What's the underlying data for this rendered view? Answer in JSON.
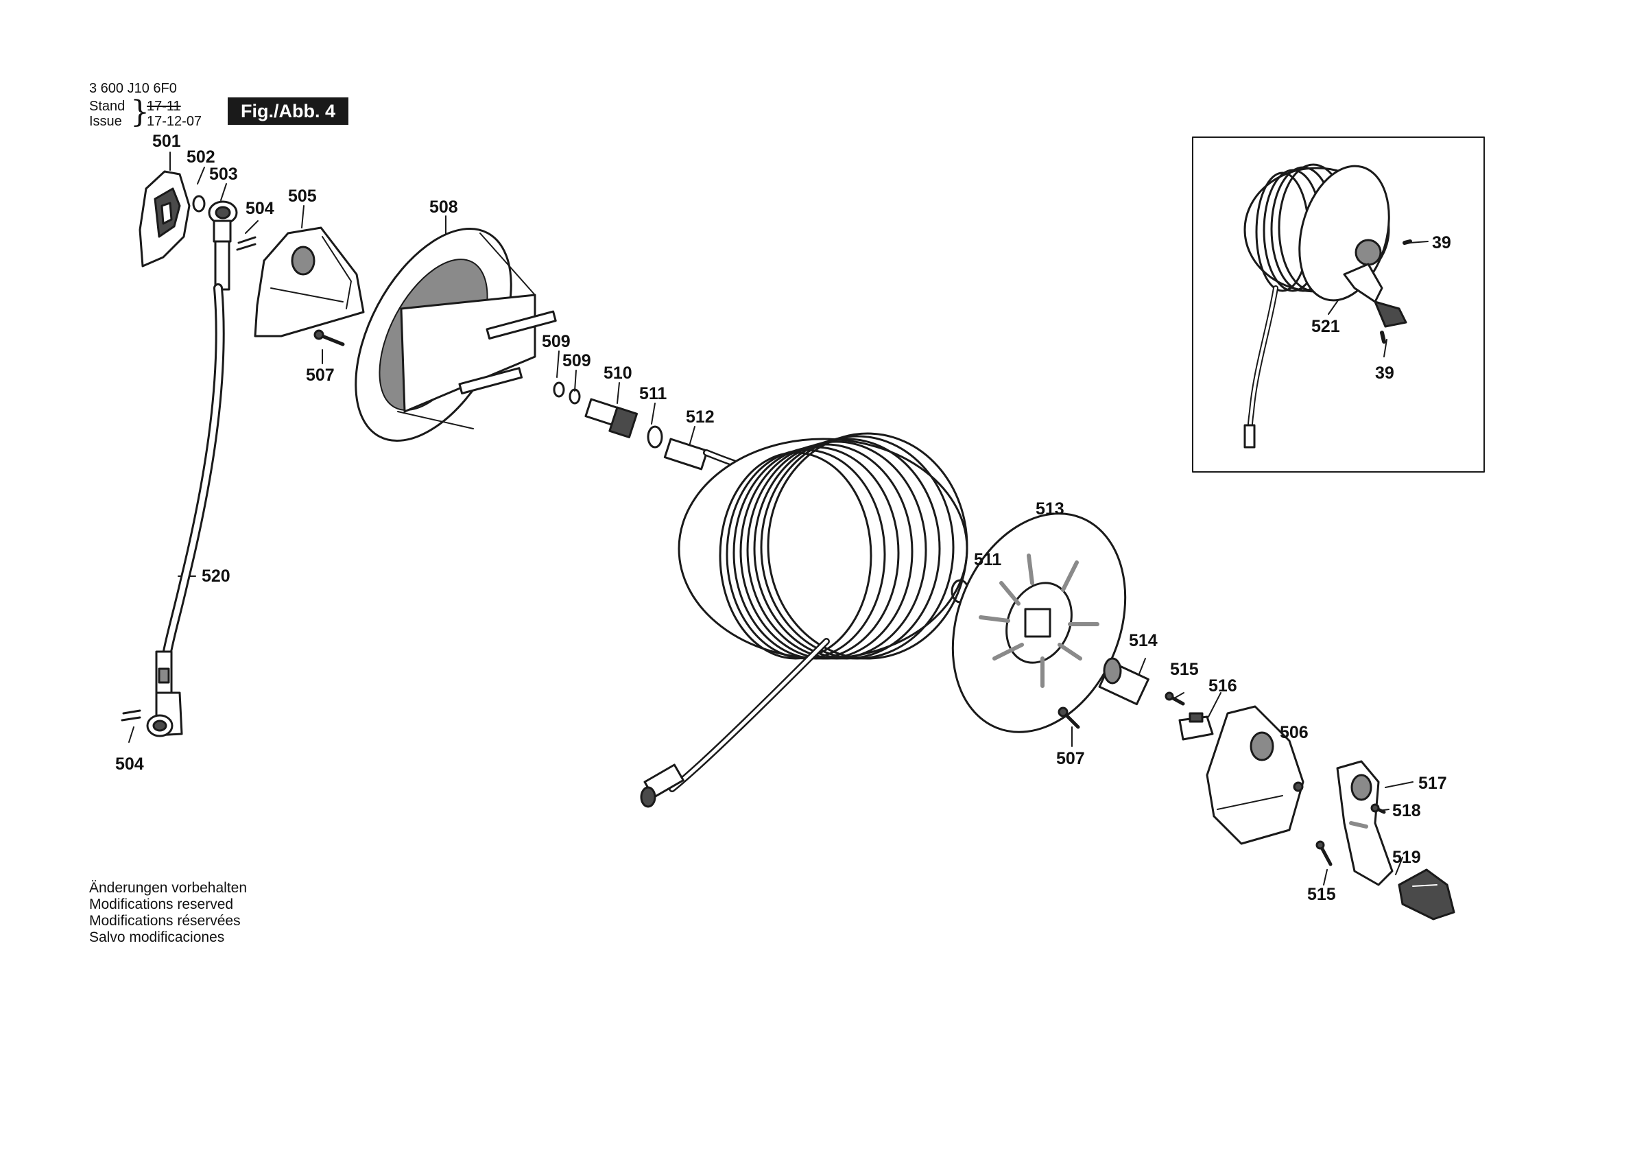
{
  "header": {
    "doc_code": "3 600 J10 6F0",
    "stand_label": "Stand",
    "issue_label": "Issue",
    "stand_value": "17-11",
    "issue_value": "17-12-07",
    "figure_label": "Fig./Abb. 4"
  },
  "notes": [
    "Änderungen vorbehalten",
    "Modifications reserved",
    "Modifications réservées",
    "Salvo modificaciones"
  ],
  "callouts": {
    "c501": "501",
    "c502": "502",
    "c503": "503",
    "c504a": "504",
    "c505": "505",
    "c508": "508",
    "c507a": "507",
    "c509a": "509",
    "c509b": "509",
    "c510": "510",
    "c511a": "511",
    "c512": "512",
    "c520": "520",
    "c504b": "504",
    "c513": "513",
    "c511b": "511",
    "c514": "514",
    "c515a": "515",
    "c516": "516",
    "c506": "506",
    "c507b": "507",
    "c517": "517",
    "c518": "518",
    "c519": "519",
    "c515b": "515",
    "c39a": "39",
    "c521": "521",
    "c39b": "39"
  },
  "colors": {
    "line": "#1a1a1a",
    "fill": "#ffffff",
    "shade": "#8a8a8a",
    "dark": "#4a4a4a"
  }
}
